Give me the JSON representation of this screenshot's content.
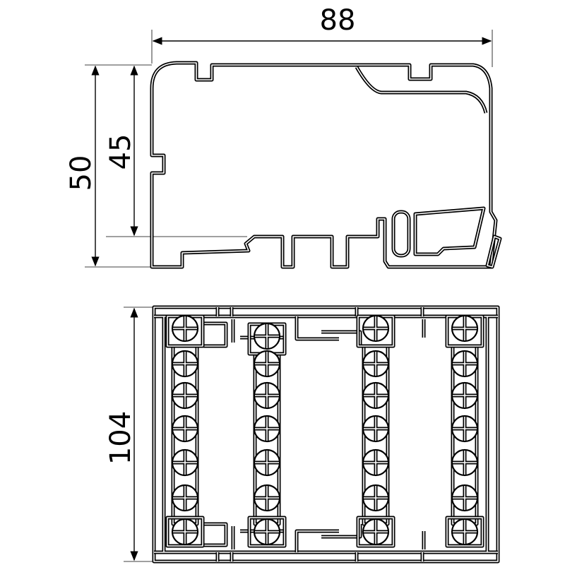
{
  "dimensions": {
    "width": "88",
    "height_total": "50",
    "height_rail": "45",
    "length": "104"
  },
  "colors": {
    "line": "#000000",
    "background": "#ffffff"
  }
}
